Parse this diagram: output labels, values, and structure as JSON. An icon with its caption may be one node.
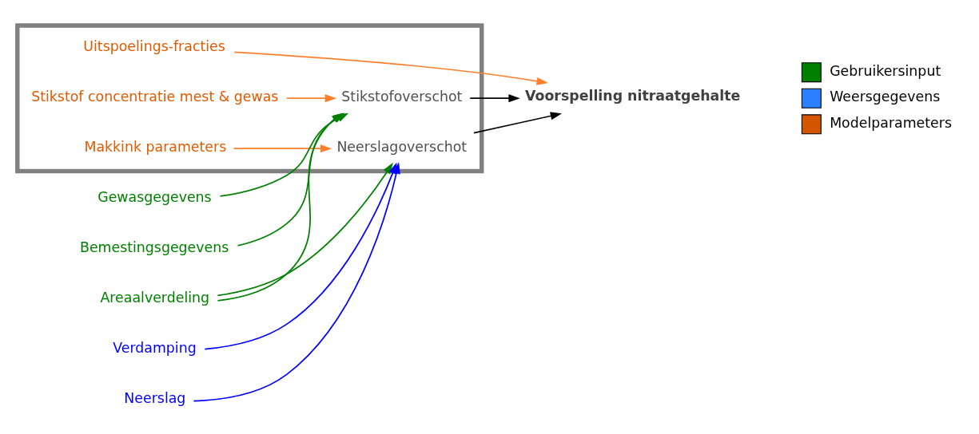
{
  "diagram": {
    "nodes": [
      {
        "text": [],
        "shape": "box"
      },
      {
        "text": [
          "Stikstof concentratie mest & gewas"
        ],
        "in": 0
      },
      {
        "text": [
          "Bemestingsgegevens"
        ]
      },
      {
        "text": [
          "Gewasgegevens"
        ]
      },
      {
        "text": [
          "Stikstofoverschot"
        ],
        "in": 0
      },
      {
        "text": [
          "Areaalverdeling"
        ]
      },
      {
        "text": [
          "Voorspelling nitraatgehalte"
        ]
      },
      {
        "text": [
          "Neerslag"
        ]
      },
      {
        "text": [
          "Neerslagoverschot"
        ],
        "in": 0
      },
      {
        "text": [
          "Verdamping"
        ]
      },
      {
        "text": [
          "Makkink parameters"
        ],
        "in": 0
      },
      {
        "text": [
          "Uitspoelings-fracties"
        ],
        "in": 0
      }
    ],
    "edges": [
      {
        "from": 2,
        "to": 4,
        "arrow": "to",
        "color": "#008000"
      },
      {
        "from": 3,
        "to": 4,
        "arrow": "to",
        "color": "#008000"
      },
      {
        "from": 5,
        "to": 4,
        "arrow": "to",
        "color": "#008000"
      },
      {
        "from": 5,
        "to": 8,
        "arrow": "to",
        "color": "#008000"
      },
      {
        "from": 7,
        "to": 8,
        "arrow": "to",
        "color": "#0000ff"
      },
      {
        "from": 9,
        "to": 8,
        "arrow": "to",
        "color": "#0000ff"
      },
      {
        "from": 1,
        "to": 4,
        "arrow": "to",
        "color": "#ff7f2a"
      },
      {
        "from": 10,
        "to": 8,
        "arrow": "to",
        "color": "#ff7f2a"
      },
      {
        "from": 4,
        "to": 6,
        "arrow": "to",
        "color": "#000000"
      },
      {
        "from": 8,
        "to": 6,
        "arrow": "to",
        "color": "#000000"
      },
      {
        "from": 11,
        "to": 6,
        "arrow": "to",
        "color": "#ff7f2a"
      }
    ],
    "legend": [
      {
        "text": "Gebruikersinput",
        "color": "#008000"
      },
      {
        "text": "Weersgegevens",
        "color": "#2a7fff"
      },
      {
        "text": "Modelparameters",
        "color": "#d45500"
      }
    ]
  }
}
